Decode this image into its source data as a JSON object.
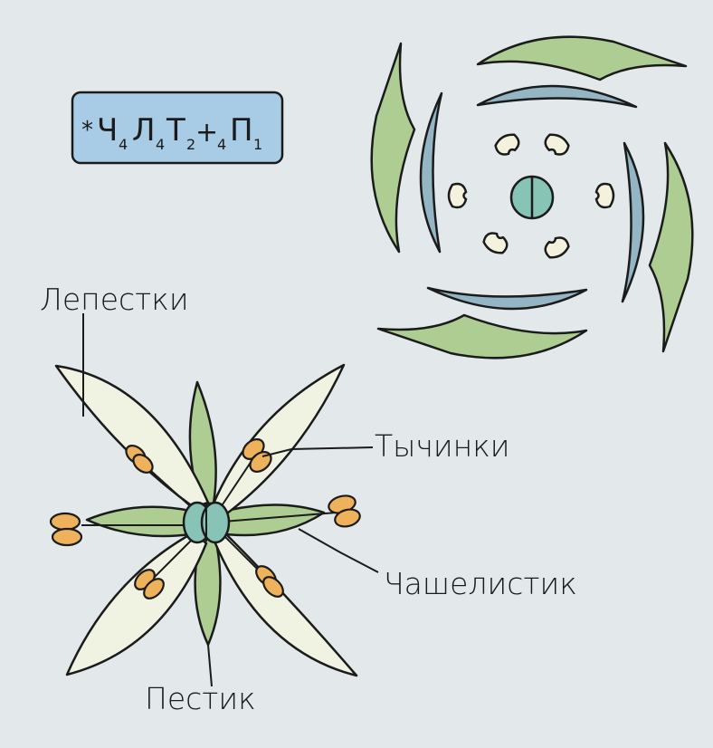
{
  "formula": {
    "prefix": "*",
    "parts": [
      {
        "sym": "Ч",
        "sub": "4"
      },
      {
        "sym": "Л",
        "sub": "4"
      },
      {
        "sym": "Т",
        "sub": "2"
      },
      {
        "sym": "+",
        "sub": "4"
      },
      {
        "sym": "П",
        "sub": "1"
      }
    ]
  },
  "labels": {
    "petals": "Лепестки",
    "stamens": "Тычинки",
    "sepal": "Чашелистик",
    "pistil": "Пестик"
  },
  "colors": {
    "background": "#e3e8ea",
    "formula_box": "#a9cce6",
    "sepal": "#aecd93",
    "petal_diagram": "#93b5c4",
    "petal_flower": "#f1f3e2",
    "stamen": "#efb25c",
    "anther_diagram": "#f4f1dc",
    "pistil": "#87c4b6",
    "outline": "#1b1b1b"
  }
}
